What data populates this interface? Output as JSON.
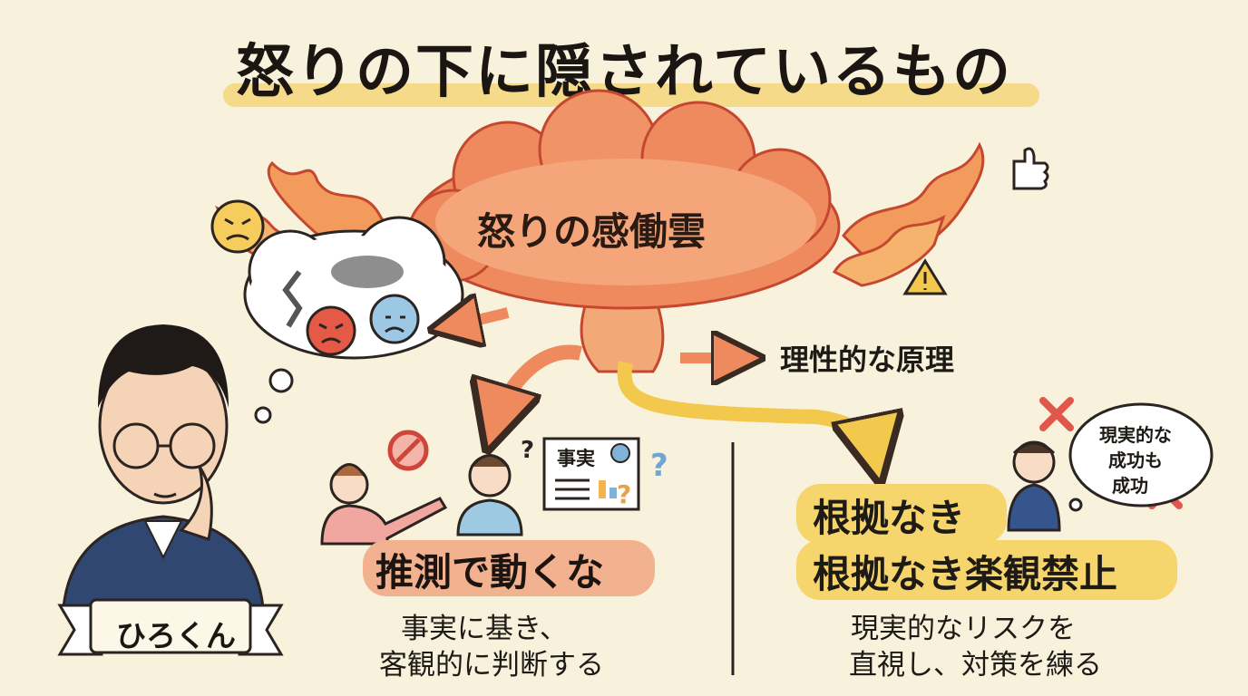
{
  "title": "怒りの下に隠されているもの",
  "cloud": {
    "label": "怒りの感働雲"
  },
  "branches": {
    "rational": "理性的な原理"
  },
  "left_section": {
    "heading": "推測で動くな",
    "description_line1": "事実に基き、",
    "description_line2": "客観的に判断する",
    "document_label": "事実"
  },
  "right_section": {
    "heading_line1": "根拠なき",
    "heading_line2": "根拠なき楽観禁止",
    "description_line1": "現実的なリスクを",
    "description_line2": "直視し、対策を練る",
    "bubble_line1": "現実的な",
    "bubble_line2": "成功も",
    "bubble_line3": "成功"
  },
  "presenter": {
    "name": "ひろくん"
  },
  "colors": {
    "background": "#f8f1dc",
    "cloud": "#ef8a5f",
    "left_accent": "#f3b28f",
    "right_accent": "#f6d56c",
    "warning": "#f2c94c",
    "cross": "#e2574c"
  },
  "icons": [
    "angry-face-icon",
    "sad-face-icon",
    "warning-icon",
    "prohibited-icon",
    "question-icon",
    "cross-icon",
    "thumbs-up-icon",
    "fire-icon"
  ]
}
